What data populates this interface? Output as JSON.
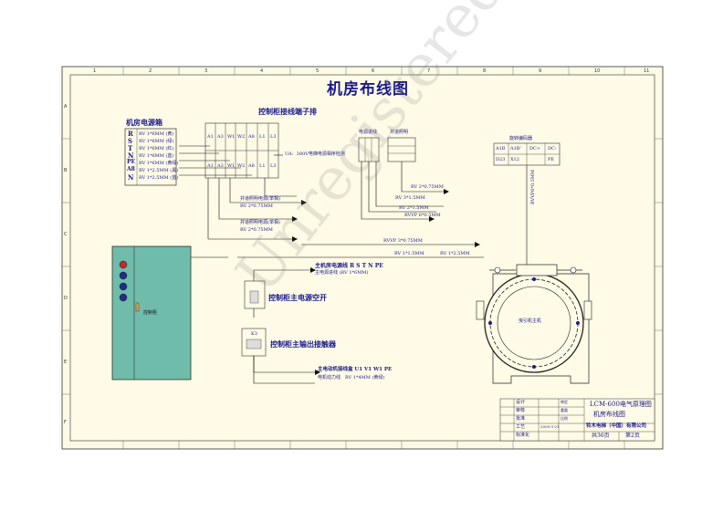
{
  "title": "机房布线图",
  "panel_label": "机房电源箱",
  "panel_lines": [
    {
      "sym": "R",
      "text": "RV 1*6MM (黄)"
    },
    {
      "sym": "S",
      "text": "RV 1*6MM (绿)"
    },
    {
      "sym": "T",
      "text": "RV 1*6MM (红)"
    },
    {
      "sym": "N",
      "text": "RV 1*6MM (蓝)"
    },
    {
      "sym": "PE",
      "text": "RV 1*6MM (黄绿)"
    },
    {
      "sym": "A8",
      "text": "RV 1*2.5MM (黑)"
    },
    {
      "sym": "N",
      "text": "RV 1*2.5MM (蓝)"
    }
  ],
  "terminal_title": "控制柜接线端子排",
  "terminal_labels": [
    "A1",
    "A3",
    "W1",
    "W2",
    "A8",
    "L1",
    "L3"
  ],
  "terminal_note": "UA：380V电梯电源相序检测",
  "small_boxes": {
    "left": "电源进线",
    "right": "井道照明"
  },
  "encoder_box": {
    "title": "旋转编码器",
    "cells": [
      "A1B",
      "A1B'",
      "DC+",
      "DC-",
      "D23",
      "X12",
      "",
      "PE"
    ]
  },
  "notes": {
    "n1a": "井道照明电源(单相)",
    "n1b": "RV 2*0.75MM",
    "n2a": "井道照明电源(单相)",
    "n2b": "RV 2*0.75MM",
    "n3": "RV 3*1.5MM",
    "n4": "RV 2*1.5MM",
    "n5": "RVVP 6*0.5MM",
    "n6": "RV 2*0.75MM",
    "n7": "RVVP6*0.5MM",
    "n8": "RVVP 3*0.75MM",
    "n9": "RV 1*1.5MM",
    "n10": "RV 1*2.5MM"
  },
  "mains_label": "主机房电源线 R S T N PE",
  "mains_sub": "主电源进线 (RV 1*6MM)",
  "switch_title": "控制柜主电源空开",
  "contactor_title": "控制柜主输出接触器",
  "contactor_tag": "K3",
  "motor_a": "主电动机接线盒 U1 V1 W1 PE",
  "motor_b": "电机动力线",
  "motor_c": "RV 1*4MM (黄绿)",
  "cabinet_label": "控制柜",
  "motor_center": "曳引机主机",
  "watermark": "Unregistered",
  "title_block": {
    "doc": "LCM-600电气原理图",
    "name": "机房布线图",
    "company": "铃木电梯（中国）有限公司",
    "total": "共36页",
    "page": "第2页",
    "rows": [
      "设计",
      "审核",
      "批准",
      "工艺",
      "标准化"
    ],
    "small": [
      "2009-3-21",
      "审定",
      "重量",
      "比例"
    ]
  },
  "ruler_top": [
    "1",
    "2",
    "3",
    "4",
    "5",
    "6",
    "7",
    "8",
    "9",
    "10",
    "11"
  ],
  "ruler_side": [
    "A",
    "B",
    "C",
    "D",
    "E",
    "F"
  ]
}
